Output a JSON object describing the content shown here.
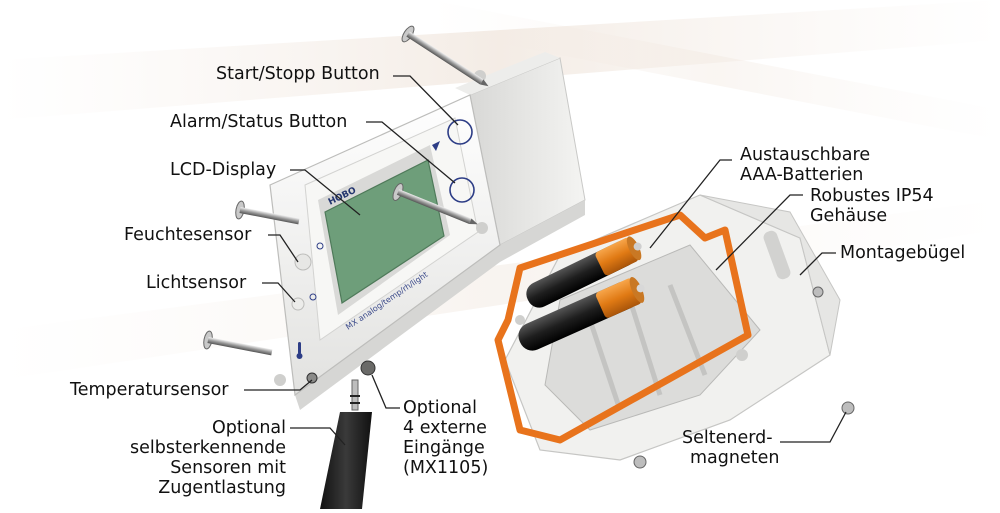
{
  "device": {
    "brand_mark": "HOBO",
    "model_text": "MX analog/temp/rh/light"
  },
  "labels": {
    "start_stop": "Start/Stopp Button",
    "alarm_status": "Alarm/Status Button",
    "lcd_display": "LCD-Display",
    "humidity_sensor": "Feuchtesensor",
    "light_sensor": "Lichtsensor",
    "temperature_sensor": "Temperatursensor",
    "optional_sensors": [
      "Optional",
      "selbsterkennende",
      "Sensoren mit",
      "Zugentlastung"
    ],
    "optional_inputs": [
      "Optional",
      "4 externe",
      "Eingänge",
      "(MX1105)"
    ],
    "batteries": [
      "Austauschbare",
      "AAA-Batterien"
    ],
    "housing": [
      "Robustes IP54",
      "Gehäuse"
    ],
    "mounting_bracket": "Montagebügel",
    "magnets": [
      "Seltenerd-",
      "magneten"
    ]
  },
  "colors": {
    "gasket": "#e8731c",
    "lcd": "#6e9e7a",
    "housing": "#f3f3f1",
    "leader": "#222222"
  }
}
